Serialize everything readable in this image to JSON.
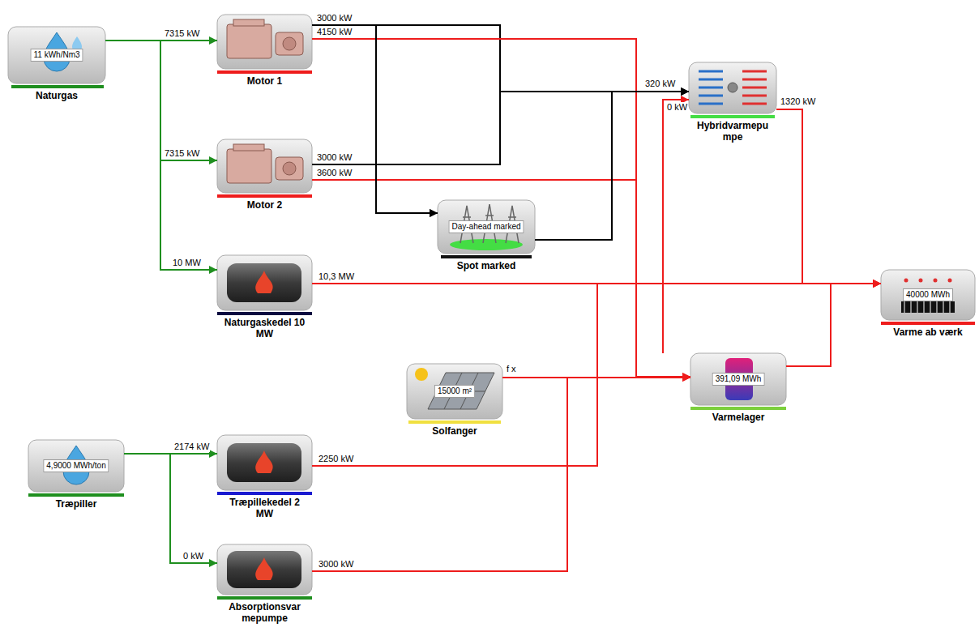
{
  "diagram": {
    "nodes": [
      {
        "text": [
          "11 kWh/Nm3",
          "Naturgas"
        ]
      },
      {
        "text": [
          "Motor 1"
        ]
      },
      {
        "text": [
          "Hybridvarmepu mpe"
        ]
      },
      {
        "text": [
          "Motor 2"
        ]
      },
      {
        "text": [
          "Day-ahead marked",
          "Spot marked"
        ]
      },
      {
        "text": [
          "Naturgaskedel 10 MW"
        ]
      },
      {
        "text": [
          "40000 MWh",
          "Varme ab værk"
        ]
      },
      {
        "text": [
          "391,09 MWh",
          "Varmelager"
        ]
      },
      {
        "text": [
          "15000 m²",
          "Solfanger"
        ]
      },
      {
        "text": [
          "4,9000 MWh/ton",
          "Træpiller"
        ]
      },
      {
        "text": [
          "Træpillekedel 2 MW"
        ]
      },
      {
        "text": [
          "Absorptionsvar mepumpe"
        ]
      }
    ],
    "edges": [
      {
        "from": 0,
        "to": 1,
        "arrow": "to",
        "label": "7315 kW"
      },
      {
        "from": 0,
        "to": 3,
        "arrow": "to",
        "label": "7315 kW"
      },
      {
        "from": 0,
        "to": 5,
        "arrow": "to",
        "label": "10 MW"
      },
      {
        "from": 1,
        "to": 2,
        "arrow": "to",
        "label": "3000 kW"
      },
      {
        "from": 1,
        "to": 7,
        "arrow": "to",
        "label": "4150 kW"
      },
      {
        "from": 1,
        "to": 4,
        "arrow": "to"
      },
      {
        "from": 3,
        "to": 2,
        "arrow": "to",
        "label": "3000 kW"
      },
      {
        "from": 3,
        "to": 7,
        "arrow": "to",
        "label": "3600 kW"
      },
      {
        "from": 3,
        "to": 4,
        "arrow": "to"
      },
      {
        "from": 4,
        "to": 2,
        "arrow": "to"
      },
      {
        "from": 5,
        "to": 6,
        "arrow": "to",
        "label": "10,3 MW"
      },
      {
        "from": 8,
        "to": 7,
        "arrow": "to",
        "label": "f x"
      },
      {
        "from": 7,
        "to": 6,
        "arrow": "to"
      },
      {
        "from": 2,
        "to": 6,
        "arrow": "to",
        "label": "1320 kW"
      },
      {
        "from": 7,
        "to": 2,
        "arrow": "to"
      },
      {
        "from": 9,
        "to": 10,
        "arrow": "to",
        "label": "2174 kW"
      },
      {
        "from": 9,
        "to": 11,
        "arrow": "to",
        "label": "0 kW"
      },
      {
        "from": 10,
        "to": 6,
        "arrow": "to",
        "label": "2250 kW"
      },
      {
        "from": 11,
        "to": 7,
        "arrow": "to",
        "label": "3000 kW"
      }
    ],
    "labels": [
      "320 kW",
      "0 kW"
    ]
  }
}
